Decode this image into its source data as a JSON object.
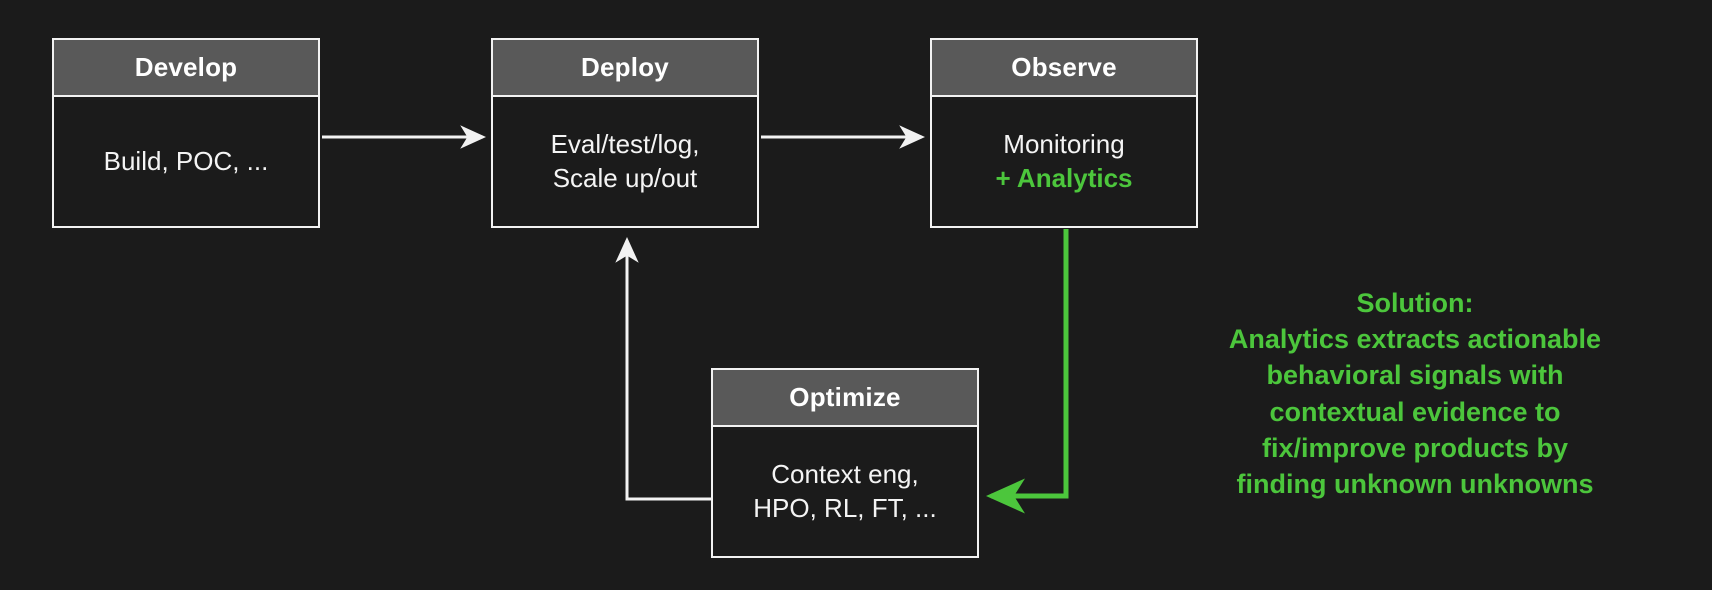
{
  "theme": {
    "background": "#1b1b1b",
    "stroke": "#f2f2f2",
    "header_fill": "#595959",
    "accent_green": "#4cc63c",
    "text": "#f4f4f4"
  },
  "diagram": {
    "type": "flow",
    "nodes": [
      {
        "id": "develop",
        "title": "Develop",
        "body_lines": [
          "Build, POC, ..."
        ]
      },
      {
        "id": "deploy",
        "title": "Deploy",
        "body_lines": [
          "Eval/test/log,",
          "Scale up/out"
        ]
      },
      {
        "id": "observe",
        "title": "Observe",
        "body_lines": [
          "Monitoring"
        ],
        "accent_line": "+ Analytics"
      },
      {
        "id": "optimize",
        "title": "Optimize",
        "body_lines": [
          "Context eng,",
          "HPO, RL, FT, ..."
        ]
      }
    ],
    "edges": [
      {
        "id": "develop-to-deploy",
        "from": "develop",
        "to": "deploy",
        "color": "#f2f2f2"
      },
      {
        "id": "deploy-to-observe",
        "from": "deploy",
        "to": "observe",
        "color": "#f2f2f2"
      },
      {
        "id": "optimize-to-deploy",
        "from": "optimize",
        "to": "deploy",
        "color": "#f2f2f2"
      },
      {
        "id": "observe-to-optimize",
        "from": "observe",
        "to": "optimize",
        "color": "#4cc63c"
      }
    ]
  },
  "note": {
    "heading": "Solution:",
    "lines": [
      "Analytics extracts actionable",
      "behavioral signals with",
      "contextual evidence to",
      "fix/improve products by",
      "finding unknown unknowns"
    ]
  }
}
